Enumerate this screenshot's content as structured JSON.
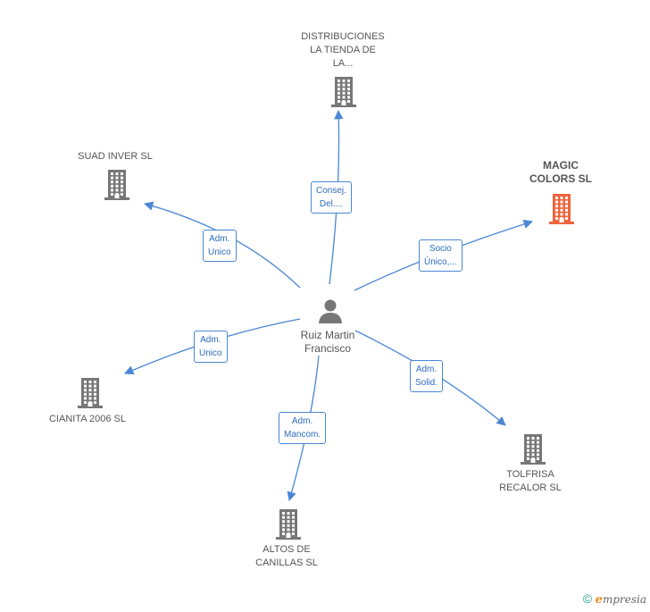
{
  "center": {
    "name_line1": "Ruiz Martin",
    "name_line2": "Francisco",
    "icon": "person-icon"
  },
  "companies": [
    {
      "id": "distribuciones",
      "lines": [
        "DISTRIBUCIONES",
        "LA TIENDA DE",
        "LA..."
      ],
      "icon": "building-icon",
      "color": "#777777"
    },
    {
      "id": "suad",
      "lines": [
        "SUAD INVER SL"
      ],
      "icon": "building-icon",
      "color": "#777777"
    },
    {
      "id": "magic",
      "lines": [
        "MAGIC",
        "COLORS SL"
      ],
      "icon": "building-icon",
      "color": "#f0643c"
    },
    {
      "id": "cianita",
      "lines": [
        "CIANITA 2006 SL"
      ],
      "icon": "building-icon",
      "color": "#777777"
    },
    {
      "id": "tolfrisa",
      "lines": [
        "TOLFRISA",
        "RECALOR SL"
      ],
      "icon": "building-icon",
      "color": "#777777"
    },
    {
      "id": "altos",
      "lines": [
        "ALTOS DE",
        "CANILLAS SL"
      ],
      "icon": "building-icon",
      "color": "#777777"
    }
  ],
  "relations": [
    {
      "to": "distribuciones",
      "lines": [
        "Consej.",
        "Del...."
      ]
    },
    {
      "to": "suad",
      "lines": [
        "Adm.",
        "Unico"
      ]
    },
    {
      "to": "magic",
      "lines": [
        "Socio",
        "Único,..."
      ]
    },
    {
      "to": "cianita",
      "lines": [
        "Adm.",
        "Unico"
      ]
    },
    {
      "to": "tolfrisa",
      "lines": [
        "Adm.",
        "Solid."
      ]
    },
    {
      "to": "altos",
      "lines": [
        "Adm.",
        "Mancom."
      ]
    }
  ],
  "footer": {
    "copyright": "©",
    "brand_initial": "e",
    "brand_rest": "mpresia"
  },
  "colors": {
    "edge": "#4a87d4",
    "building": "#777777",
    "building_highlight": "#f0643c",
    "person": "#777777"
  }
}
